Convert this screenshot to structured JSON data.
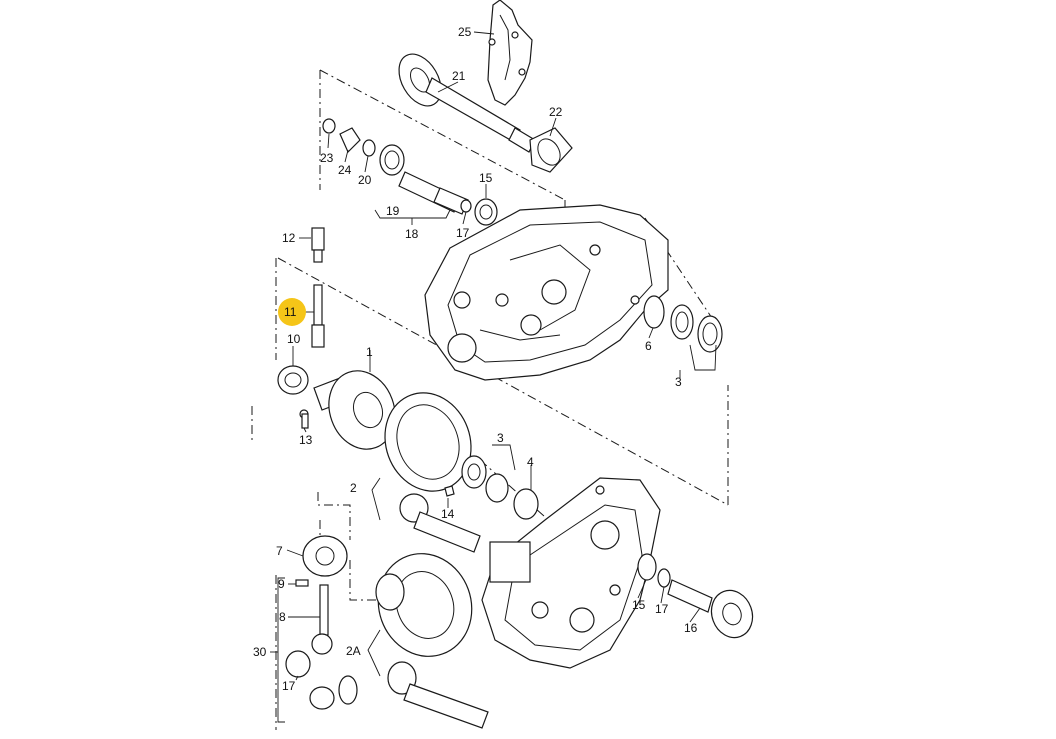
{
  "diagram": {
    "highlight_color": "#f5c518",
    "highlighted_label": "11",
    "labels": [
      "25",
      "21",
      "22",
      "23",
      "24",
      "20",
      "19",
      "18",
      "15",
      "17",
      "12",
      "11",
      "10",
      "1",
      "6",
      "3",
      "13",
      "2",
      "14",
      "4",
      "7",
      "9",
      "8",
      "30",
      "2A",
      "16"
    ]
  }
}
